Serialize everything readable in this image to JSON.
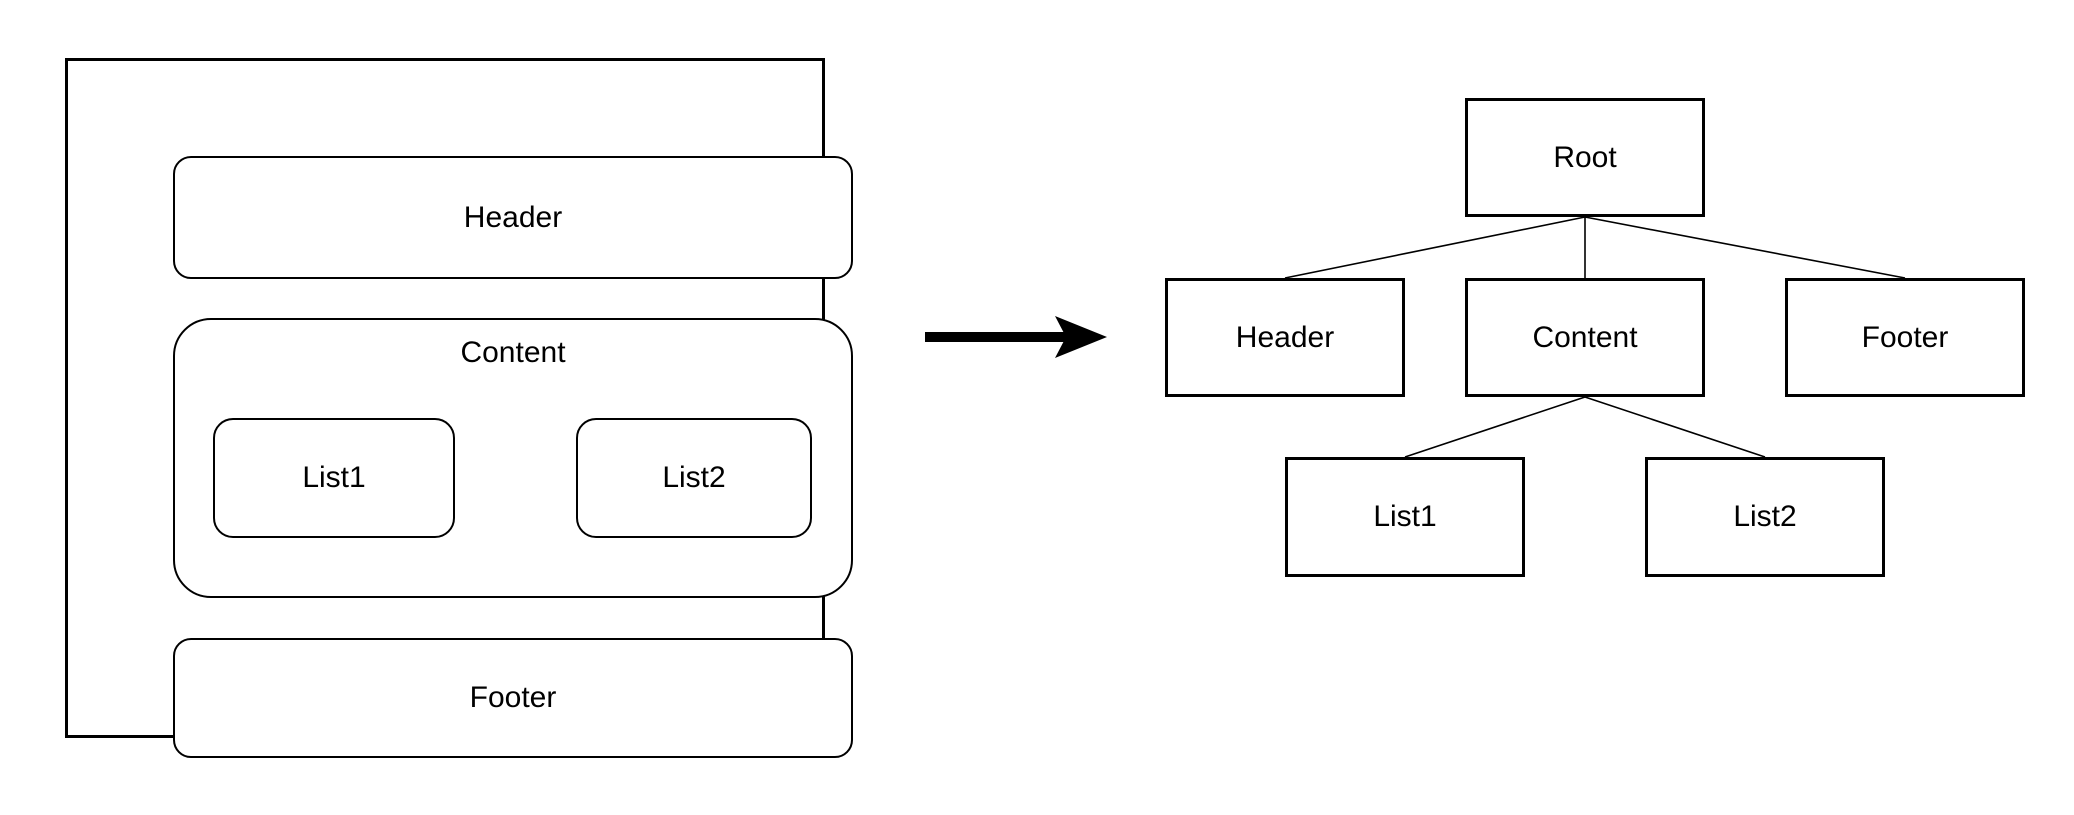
{
  "canvas": {
    "background": "#ffffff",
    "stroke_color": "#000000",
    "text_color": "#000000"
  },
  "layout_diagram": {
    "boxes": {
      "header": {
        "label": "Header"
      },
      "content": {
        "label": "Content"
      },
      "list1": {
        "label": "List1"
      },
      "list2": {
        "label": "List2"
      },
      "footer": {
        "label": "Footer"
      }
    }
  },
  "arrow": {
    "direction": "right"
  },
  "tree_diagram": {
    "nodes": {
      "root": {
        "label": "Root"
      },
      "header": {
        "label": "Header"
      },
      "content": {
        "label": "Content"
      },
      "footer": {
        "label": "Footer"
      },
      "list1": {
        "label": "List1"
      },
      "list2": {
        "label": "List2"
      }
    },
    "edges": [
      {
        "from": "Root",
        "to": "Header"
      },
      {
        "from": "Root",
        "to": "Content"
      },
      {
        "from": "Root",
        "to": "Footer"
      },
      {
        "from": "Content",
        "to": "List1"
      },
      {
        "from": "Content",
        "to": "List2"
      }
    ]
  }
}
